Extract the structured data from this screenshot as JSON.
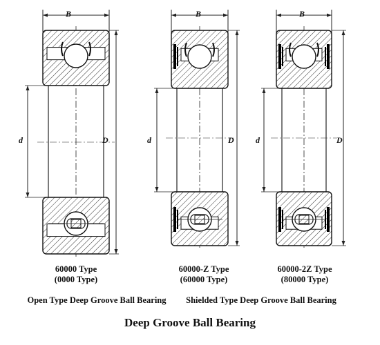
{
  "dimension_labels": {
    "width": "B",
    "bore": "d",
    "outer": "D"
  },
  "bearings": [
    {
      "model": "60000 Type",
      "old_model": "(0000 Type)"
    },
    {
      "model": "60000-Z Type",
      "old_model": "(60000 Type)"
    },
    {
      "model": "60000-2Z Type",
      "old_model": "(80000 Type)"
    }
  ],
  "captions": {
    "open": "Open Type Deep Groove Ball Bearing",
    "shielded": "Shielded Type Deep Groove Ball Bearing"
  },
  "title": "Deep Groove Ball Bearing"
}
